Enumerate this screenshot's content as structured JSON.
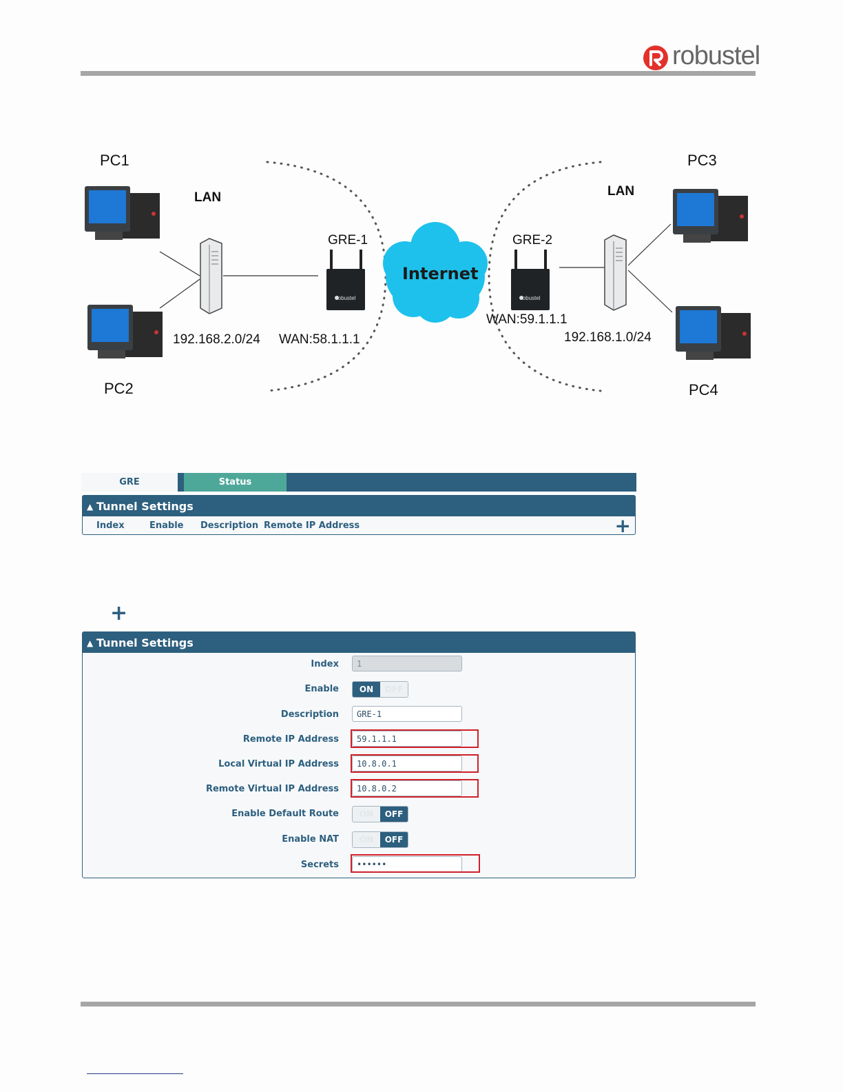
{
  "header": {
    "brand": "robustel"
  },
  "diagram": {
    "pc1": "PC1",
    "pc2": "PC2",
    "pc3": "PC3",
    "pc4": "PC4",
    "lan_left": "LAN",
    "lan_right": "LAN",
    "gre1": "GRE-1",
    "gre2": "GRE-2",
    "internet": "Internet",
    "subnet_left": "192.168.2.0/24",
    "subnet_right": "192.168.1.0/24",
    "wan_left": "WAN:58.1.1.1",
    "wan_right": "WAN:59.1.1.1",
    "router_brand": "robustel"
  },
  "tabs": {
    "gre": "GRE",
    "status": "Status"
  },
  "list_panel": {
    "title": "Tunnel Settings",
    "columns": [
      "Index",
      "Enable",
      "Description",
      "Remote IP Address"
    ],
    "add_symbol": "+"
  },
  "add_button": {
    "symbol": "+"
  },
  "form_panel": {
    "title": "Tunnel Settings",
    "fields": {
      "index": {
        "label": "Index",
        "value": "1"
      },
      "enable": {
        "label": "Enable",
        "on": "ON",
        "off": "OFF",
        "state": "on"
      },
      "description": {
        "label": "Description",
        "value": "GRE-1"
      },
      "remote_ip": {
        "label": "Remote IP Address",
        "value": "59.1.1.1"
      },
      "local_virtual_ip": {
        "label": "Local Virtual IP Address",
        "value": "10.8.0.1"
      },
      "remote_virtual_ip": {
        "label": "Remote Virtual IP Address",
        "value": "10.8.0.2"
      },
      "default_route": {
        "label": "Enable Default Route",
        "on": "ON",
        "off": "OFF",
        "state": "off"
      },
      "nat": {
        "label": "Enable NAT",
        "on": "ON",
        "off": "OFF",
        "state": "off"
      },
      "secrets": {
        "label": "Secrets",
        "value": "••••••"
      }
    }
  },
  "colors": {
    "primary": "#2d5f7e",
    "accent": "#4ea89a",
    "highlight": "#d0202a",
    "brand_red": "#e2312b"
  }
}
